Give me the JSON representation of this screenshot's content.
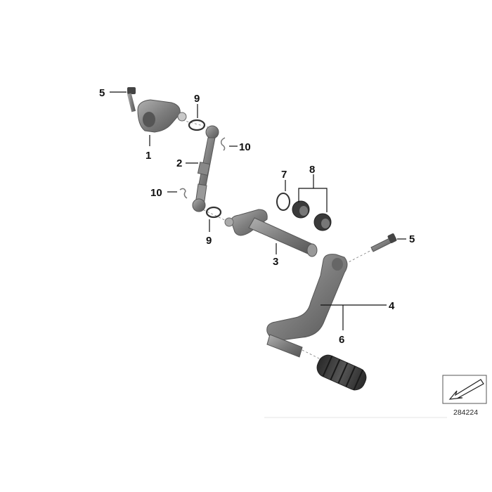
{
  "callouts": {
    "c1": "1",
    "c2": "2",
    "c3": "3",
    "c4": "4",
    "c5a": "5",
    "c5b": "5",
    "c6": "6",
    "c7": "7",
    "c8": "8",
    "c9a": "9",
    "c9b": "9",
    "c10a": "10",
    "c10b": "10"
  },
  "reference_number": "284224",
  "colors": {
    "part_dark": "#6e6e6e",
    "part_mid": "#8c8c8c",
    "part_light": "#b5b5b5",
    "rubber": "#3a3a3a",
    "line": "#111111"
  }
}
